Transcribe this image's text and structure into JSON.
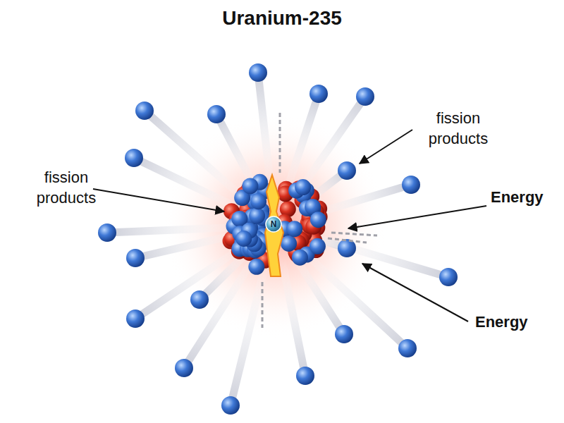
{
  "diagram": {
    "title": "Uranium-235",
    "labels": [
      "fission products",
      "fission products",
      "Energy",
      "Energy",
      "N"
    ]
  }
}
